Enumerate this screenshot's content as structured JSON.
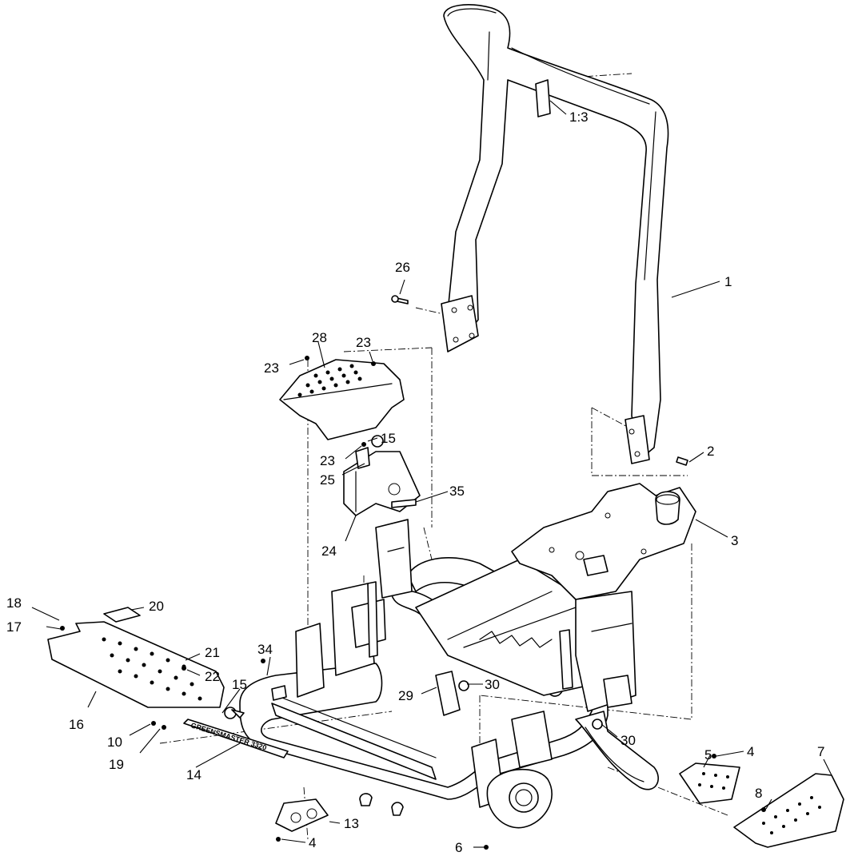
{
  "callouts": [
    {
      "id": "c1",
      "label": "1"
    },
    {
      "id": "c1-3",
      "label": "1:3"
    },
    {
      "id": "c2",
      "label": "2"
    },
    {
      "id": "c3",
      "label": "3"
    },
    {
      "id": "c4a",
      "label": "4"
    },
    {
      "id": "c4b",
      "label": "4"
    },
    {
      "id": "c5",
      "label": "5"
    },
    {
      "id": "c6",
      "label": "6"
    },
    {
      "id": "c7",
      "label": "7"
    },
    {
      "id": "c8",
      "label": "8"
    },
    {
      "id": "c10",
      "label": "10"
    },
    {
      "id": "c13",
      "label": "13"
    },
    {
      "id": "c14",
      "label": "14"
    },
    {
      "id": "c15a",
      "label": "15"
    },
    {
      "id": "c15b",
      "label": "15"
    },
    {
      "id": "c16",
      "label": "16"
    },
    {
      "id": "c17",
      "label": "17"
    },
    {
      "id": "c18",
      "label": "18"
    },
    {
      "id": "c19",
      "label": "19"
    },
    {
      "id": "c20",
      "label": "20"
    },
    {
      "id": "c21",
      "label": "21"
    },
    {
      "id": "c22",
      "label": "22"
    },
    {
      "id": "c23a",
      "label": "23"
    },
    {
      "id": "c23b",
      "label": "23"
    },
    {
      "id": "c23c",
      "label": "23"
    },
    {
      "id": "c24",
      "label": "24"
    },
    {
      "id": "c25",
      "label": "25"
    },
    {
      "id": "c26",
      "label": "26"
    },
    {
      "id": "c28",
      "label": "28"
    },
    {
      "id": "c29",
      "label": "29"
    },
    {
      "id": "c30a",
      "label": "30"
    },
    {
      "id": "c30b",
      "label": "30"
    },
    {
      "id": "c34",
      "label": "34"
    },
    {
      "id": "c35",
      "label": "35"
    }
  ],
  "decal_text": "GREENSMASTER 3320"
}
